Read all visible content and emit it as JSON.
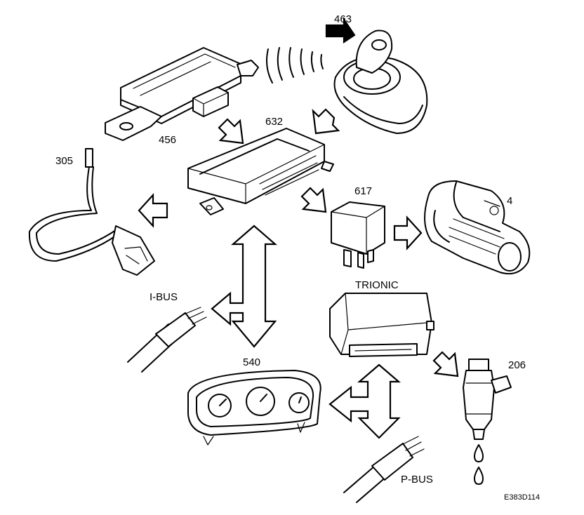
{
  "labels": {
    "key": "463",
    "alarm_unit": "456",
    "ecu_632": "632",
    "sensor": "305",
    "relay": "617",
    "starter": "4",
    "ibus": "I-BUS",
    "trionic": "TRIONIC",
    "cluster": "540",
    "injector": "206",
    "pbus": "P-BUS",
    "figure_code": "E383D114"
  }
}
